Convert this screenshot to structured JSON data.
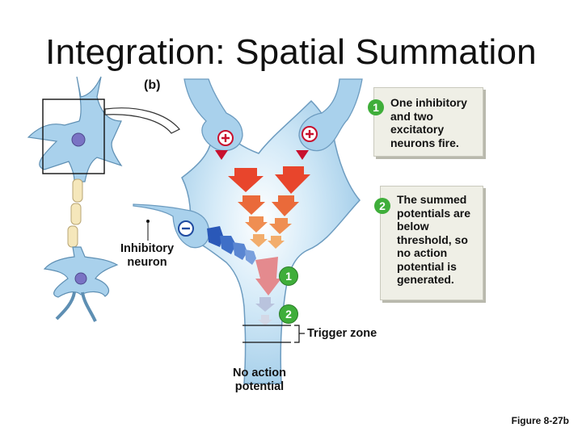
{
  "title": "Integration: Spatial Summation",
  "panel": "(b)",
  "steps": [
    {
      "number": "1",
      "text": "One inhibitory and two excitatory neurons fire."
    },
    {
      "number": "2",
      "text": "The summed potentials are below threshold, so no action potential is generated."
    }
  ],
  "labels": {
    "inhibitory_neuron": "Inhibitory neuron",
    "trigger_zone": "Trigger zone",
    "no_action_potential": "No action potential",
    "plus_sign": "⊕",
    "minus_sign": "⊖"
  },
  "figure_ref": "Figure 8-27b",
  "colors": {
    "neuron_fill": "#a9d1ec",
    "excitatory_arrow": "#e8452c",
    "inhibitory_arrow": "#2a58b8",
    "badge_green": "#3fae3a"
  }
}
